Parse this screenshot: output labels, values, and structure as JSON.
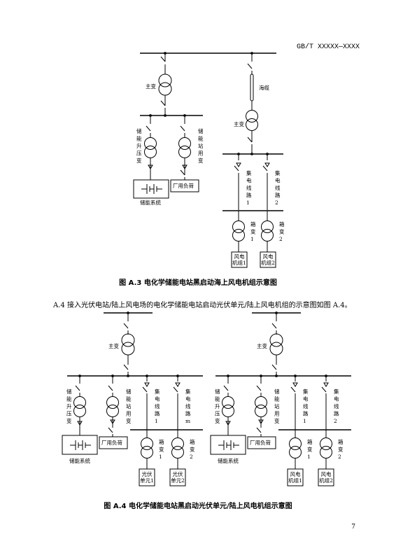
{
  "header": {
    "doc_code": "GB/T XXXXX—XXXX"
  },
  "figure_a3": {
    "caption": "图 A.3  电化学储能电站黑启动海上风电机组示意图",
    "labels": {
      "main_transformer_left": "主变",
      "cable": "海缆",
      "main_transformer_right": "主变",
      "storage_step_up": "储能升压变",
      "storage_station_use": "储能站用变",
      "storage_system": "储能系统",
      "plant_load": "厂用负荷",
      "collector_line_1": "集电线路1",
      "collector_line_2": "集电线路2",
      "box_transformer_1": "箱变1",
      "box_transformer_2": "箱变2",
      "wind_turbine_1": "风电机组1",
      "wind_turbine_2": "风电机组2"
    }
  },
  "paragraph": "A.4 接入光伏电站/陆上风电场的电化学储能电站启动光伏单元/陆上风电机组的示意图如图 A.4。",
  "figure_a4": {
    "caption": "图 A.4  电化学储能电站黑启动光伏单元/陆上风电机组示意图",
    "left": {
      "main_transformer": "主变",
      "storage_step_up": "储能升压变",
      "storage_station_use": "储能站用变",
      "storage_system": "储能系统",
      "plant_load": "厂用负荷",
      "collector_line_1": "集电线路1",
      "collector_line_m": "集电线路m",
      "box_transformer_1": "箱变1",
      "box_transformer_2": "箱变2",
      "unit_1": "光伏单元1",
      "unit_2": "光伏单元2"
    },
    "right": {
      "main_transformer": "主变",
      "storage_step_up": "储能升压变",
      "storage_station_use": "储能站用变",
      "storage_system": "储能系统",
      "plant_load": "厂用负荷",
      "collector_line_1": "集电线路1",
      "collector_line_2": "集电线路2",
      "box_transformer_1": "箱变1",
      "box_transformer_2": "箱变2",
      "unit_1": "风电机组1",
      "unit_2": "风电机组2"
    }
  },
  "page_number": "7"
}
